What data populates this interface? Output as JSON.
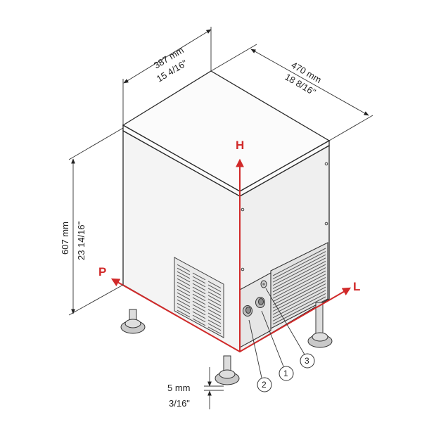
{
  "dimensions": {
    "width": {
      "metric": "387 mm",
      "imperial": "15 4/16\""
    },
    "depth": {
      "metric": "470 mm",
      "imperial": "18 8/16\""
    },
    "height": {
      "metric": "607 mm",
      "imperial": "23 14/16\""
    },
    "foot": {
      "metric": "5 mm",
      "imperial": "3/16\""
    }
  },
  "axes": {
    "height": "H",
    "left": "L",
    "depth": "P"
  },
  "callouts": [
    "1",
    "2",
    "3"
  ],
  "colors": {
    "accent": "#d12a2a",
    "line": "#2a2a2a"
  }
}
